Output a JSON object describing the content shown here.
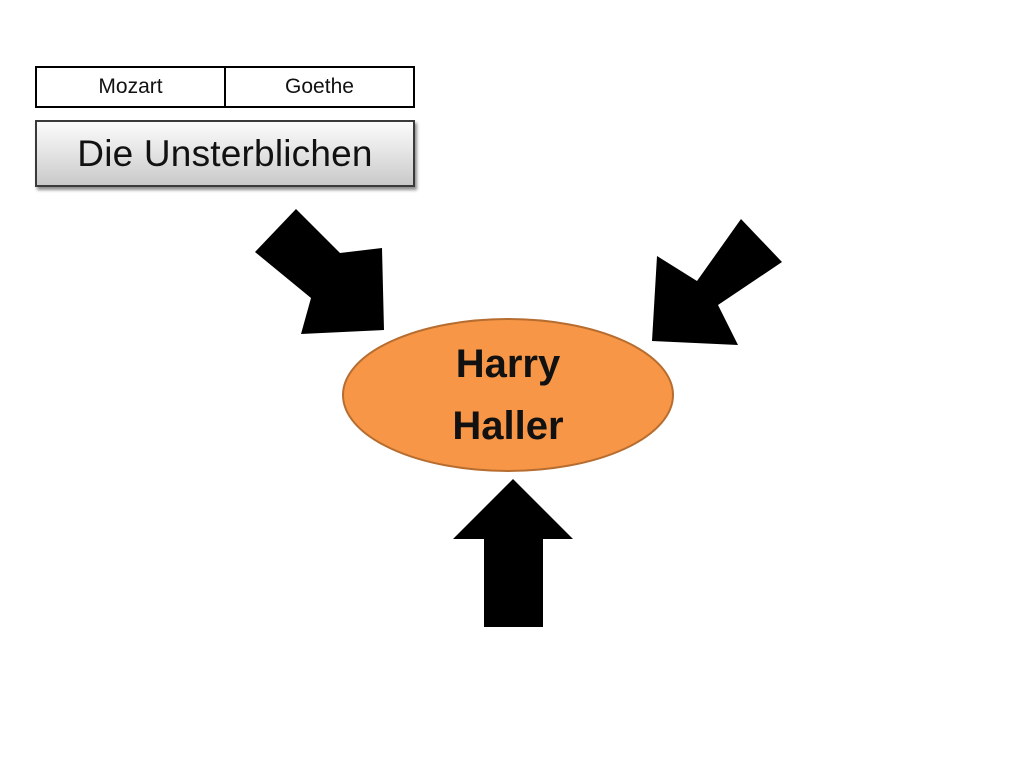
{
  "names": [
    "Mozart",
    "Goethe"
  ],
  "title": "Die Unsterblichen",
  "center": {
    "line1": "Harry",
    "line2": "Haller",
    "fill_color": "#F79646",
    "stroke_color": "#B66D2F"
  },
  "arrow_color": "#000000",
  "icons": {
    "arrows": [
      "arrow-down-right-icon",
      "arrow-down-left-icon",
      "arrow-up-icon"
    ]
  }
}
